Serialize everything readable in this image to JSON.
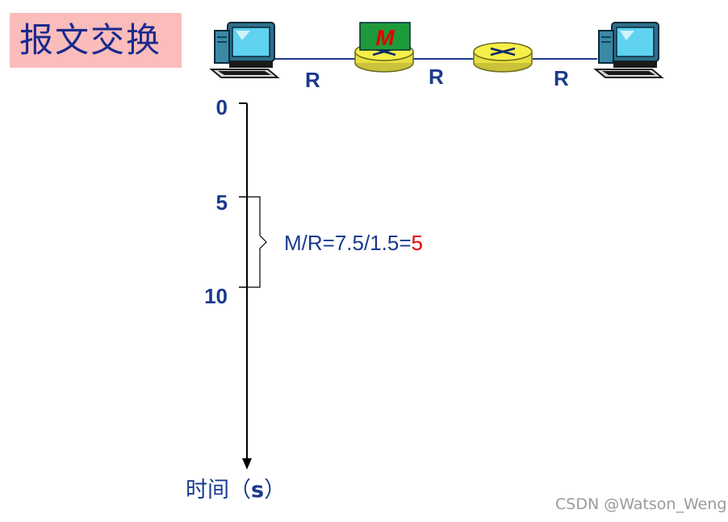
{
  "title": "报文交换",
  "network": {
    "link_labels": [
      "R",
      "R",
      "R"
    ],
    "message_label": "M",
    "nodes": [
      "computer-icon",
      "router-icon",
      "router-icon",
      "computer-icon"
    ]
  },
  "timeline": {
    "ticks": [
      "0",
      "5",
      "10"
    ],
    "axis_caption_prefix": "时间（",
    "axis_caption_unit": "s",
    "axis_caption_suffix": "）"
  },
  "brace_annotation": {
    "formula_prefix": "M/R=7.5/1.5=",
    "formula_result": "5"
  },
  "watermark": "CSDN @Watson_Weng",
  "colors": {
    "title_background": "#fbbcbc",
    "text_blue": "#1a3a8c",
    "router_yellow": "#f5ef4a",
    "message_green": "#1f9a3a",
    "message_red": "#e00000",
    "result_red": "#e00000"
  }
}
